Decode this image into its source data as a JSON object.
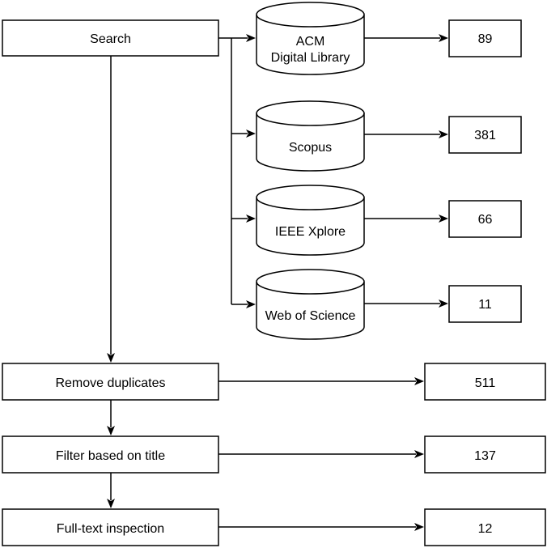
{
  "process": {
    "search": "Search",
    "remove_duplicates": "Remove duplicates",
    "filter_title": "Filter based on title",
    "full_text": "Full-text inspection"
  },
  "databases": {
    "acm_line1": "ACM",
    "acm_line2": "Digital Library",
    "scopus": "Scopus",
    "ieee": "IEEE Xplore",
    "wos": "Web of Science"
  },
  "counts": {
    "acm": "89",
    "scopus": "381",
    "ieee": "66",
    "wos": "11",
    "remove_duplicates": "511",
    "filter_title": "137",
    "full_text": "12"
  },
  "colors": {
    "stroke": "#000000",
    "fill": "#ffffff"
  }
}
